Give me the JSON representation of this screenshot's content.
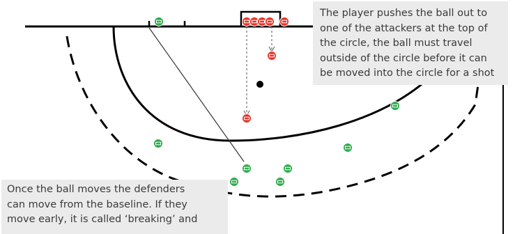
{
  "colors": {
    "line": "#000000",
    "attacker": "#e8352a",
    "defender": "#2ead4b",
    "note_bg": "#ebebeb",
    "note_text": "#3a3a3a"
  },
  "players": {
    "attacker_icon": "red-player-token",
    "defender_icon": "green-player-token"
  },
  "notes": {
    "top": [
      "The player pushes the ball out to",
      "one of the attackers at the top of",
      "the circle, the ball must travel",
      "outside of the circle before it can",
      "be moved into the circle for a shot"
    ],
    "bottom": [
      "Once the ball moves the defenders",
      "can move from the baseline. If they",
      "move early, it is called ‘breaking’ and"
    ]
  }
}
